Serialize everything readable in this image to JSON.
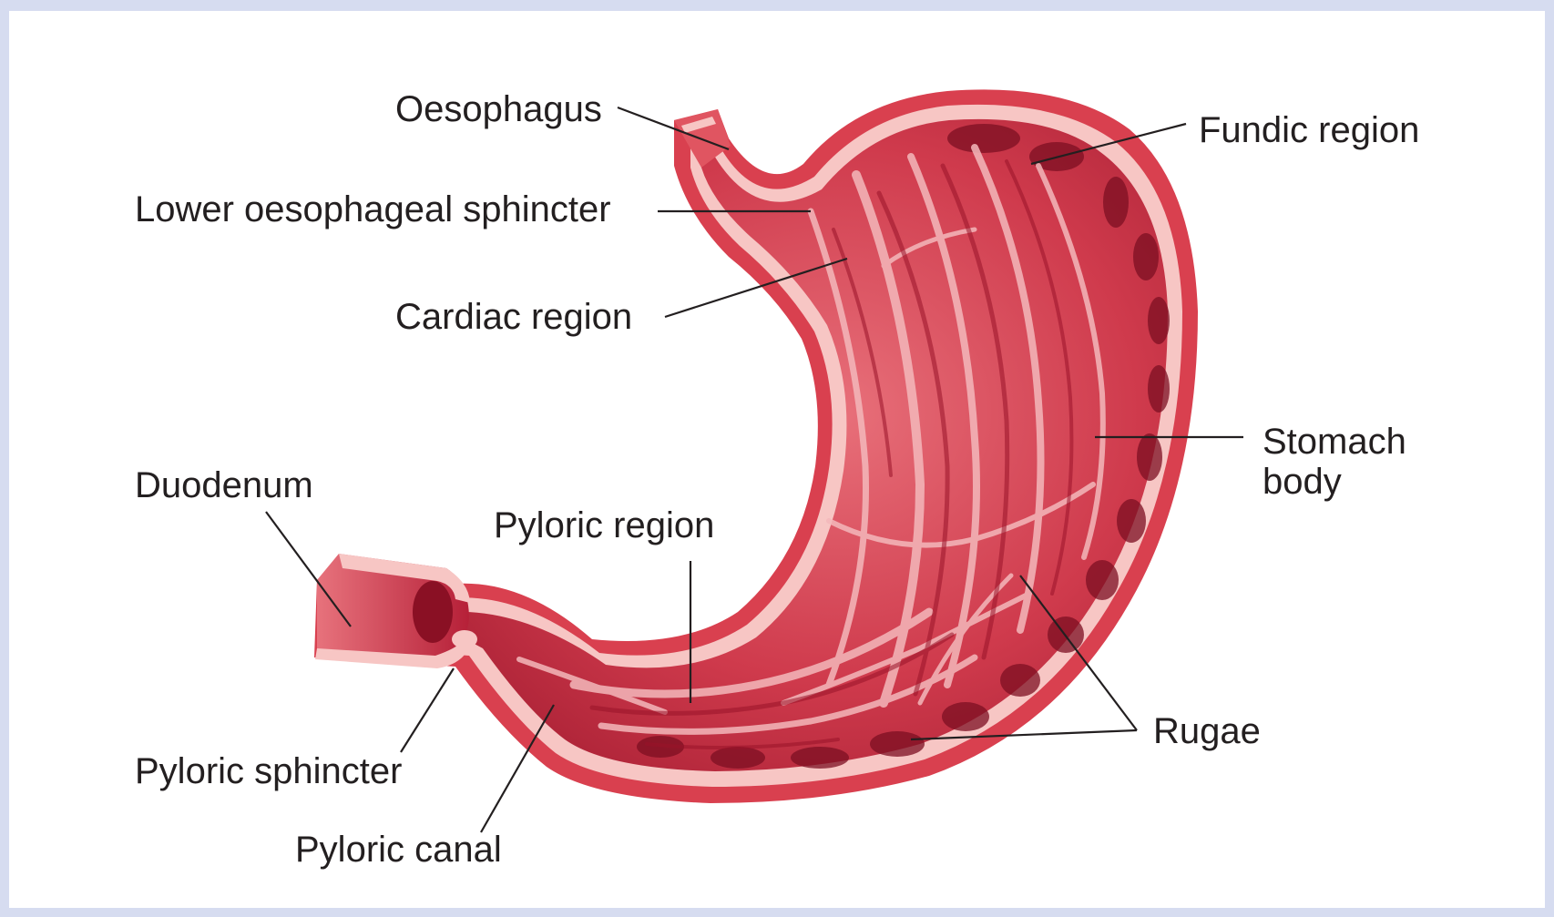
{
  "diagram": {
    "colors": {
      "background_frame": "#d6dcf0",
      "canvas": "#ffffff",
      "outer_wall": "#d9404f",
      "wall_highlight": "#f7c6c4",
      "mucosa": "#c62a3e",
      "mucosa_dark": "#7d0f22",
      "rugae_highlight": "#f4b8bb",
      "leader_lines": "#231f20",
      "label_text": "#231f20"
    },
    "labels": {
      "oesophagus": "Oesophagus",
      "lower_oesophageal_sphincter": "Lower oesophageal sphincter",
      "cardiac_region": "Cardiac region",
      "fundic_region": "Fundic region",
      "stomach_body_line1": "Stomach",
      "stomach_body_line2": "body",
      "duodenum": "Duodenum",
      "pyloric_region": "Pyloric region",
      "rugae": "Rugae",
      "pyloric_sphincter": "Pyloric sphincter",
      "pyloric_canal": "Pyloric canal"
    }
  }
}
